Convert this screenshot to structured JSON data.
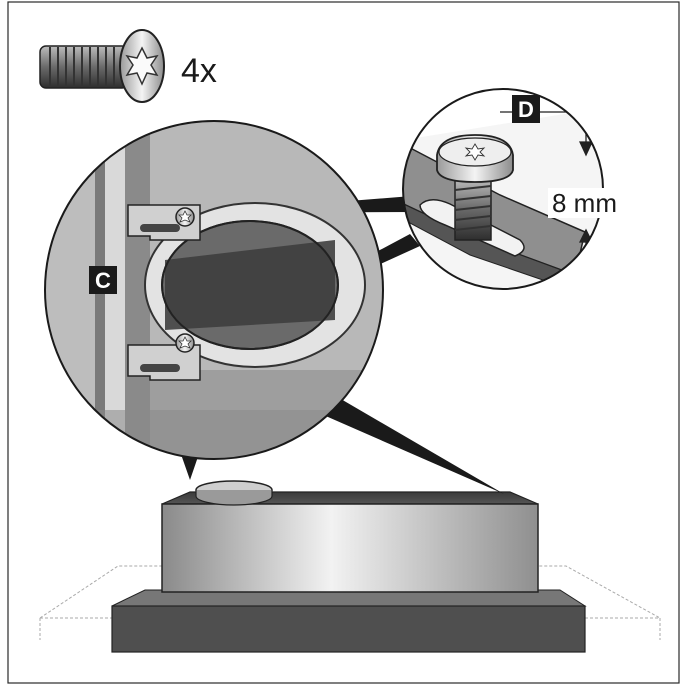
{
  "screw_count": "4x",
  "callout_c": "C",
  "callout_d": "D",
  "dimension": "8 mm",
  "colors": {
    "outline": "#1a1a1a",
    "box_fill": "#1a1a1a",
    "steel_light": "#e6e6e6",
    "steel_mid": "#a9a9a9",
    "steel_dark": "#4a4a4a",
    "base_dark": "#555555"
  },
  "icons": {
    "screw": "screw-icon",
    "bracket": "bracket-icon",
    "hood": "cooker-hood-icon"
  }
}
